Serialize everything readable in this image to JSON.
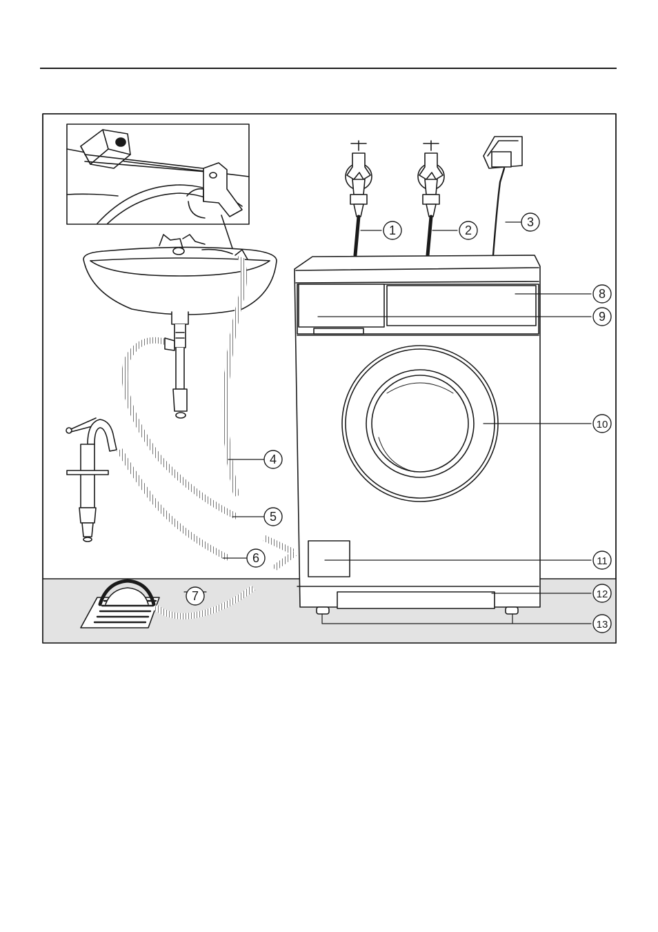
{
  "callouts": [
    {
      "n": "1"
    },
    {
      "n": "2"
    },
    {
      "n": "3"
    },
    {
      "n": "4"
    },
    {
      "n": "5"
    },
    {
      "n": "6"
    },
    {
      "n": "7"
    },
    {
      "n": "8"
    },
    {
      "n": "9"
    },
    {
      "n": "10"
    },
    {
      "n": "11"
    },
    {
      "n": "12"
    },
    {
      "n": "13"
    }
  ],
  "colors": {
    "line": "#1a1a1a",
    "floor": "#e3e3e3",
    "background": "#ffffff"
  }
}
